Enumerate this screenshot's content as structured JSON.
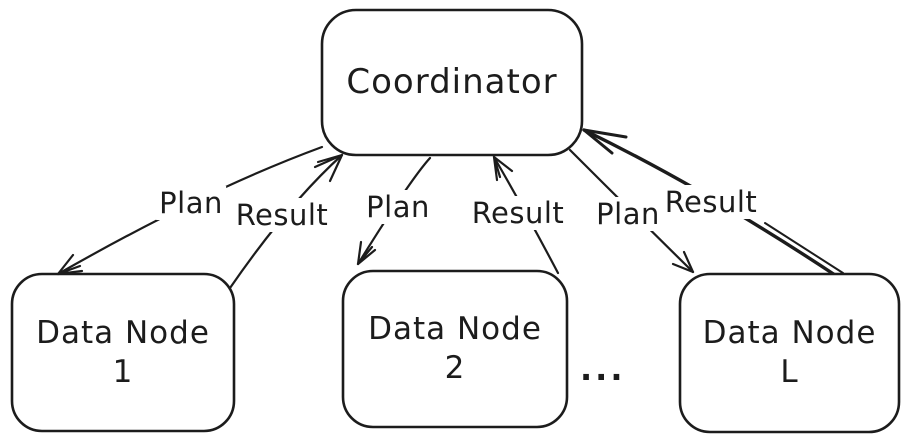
{
  "diagram": {
    "background_color": "#ffffff",
    "stroke_color": "#1c1c1c",
    "coordinator": {
      "label": "Coordinator"
    },
    "data_nodes": [
      {
        "title": "Data Node",
        "id": "1"
      },
      {
        "title": "Data Node",
        "id": "2"
      },
      {
        "title": "Data Node",
        "id": "L"
      }
    ],
    "ellipsis": "...",
    "edges": [
      {
        "label": "Plan",
        "from": "Coordinator",
        "to": "Data Node 1"
      },
      {
        "label": "Result",
        "from": "Data Node 1",
        "to": "Coordinator"
      },
      {
        "label": "Plan",
        "from": "Coordinator",
        "to": "Data Node 2"
      },
      {
        "label": "Result",
        "from": "Data Node 2",
        "to": "Coordinator"
      },
      {
        "label": "Plan",
        "from": "Coordinator",
        "to": "Data Node L"
      },
      {
        "label": "Result",
        "from": "Data Node L",
        "to": "Coordinator"
      }
    ]
  }
}
